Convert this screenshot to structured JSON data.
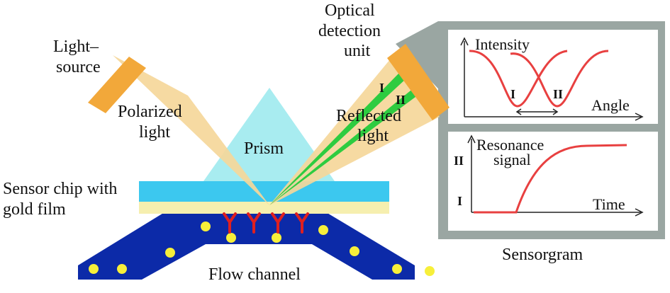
{
  "labels": {
    "light_source": [
      "Light–",
      "source"
    ],
    "optical_detection_unit": [
      "Optical",
      "detection",
      "unit"
    ],
    "polarized_light": [
      "Polarized",
      "light"
    ],
    "prism": "Prism",
    "reflected_light": [
      "Reflected",
      "light"
    ],
    "sensor_chip": [
      "Sensor chip with",
      "gold film"
    ],
    "flow_channel": "Flow channel",
    "sensorgram": "Sensorgram",
    "beam_marker_1": "I",
    "beam_marker_2": "II"
  },
  "angle_plot": {
    "ylabel": "Intensity",
    "xlabel": "Angle",
    "dip_1": "I",
    "dip_2": "II"
  },
  "time_plot": {
    "ylabel": [
      "Resonance",
      "signal"
    ],
    "xlabel": "Time",
    "level_high": "II",
    "level_low": "I"
  },
  "colors": {
    "light_cone": "#f5d79a",
    "source_block": "#f2a83a",
    "prism": "#a8ecf0",
    "chip_top": "#3cc8ef",
    "gold_film": "#f6efaf",
    "channel": "#0c2aa8",
    "particle": "#f7ef3a",
    "antibody": "#e02020",
    "beam": "#2ecc40",
    "panel": "#9aa6a2",
    "curve": "#e84040"
  }
}
